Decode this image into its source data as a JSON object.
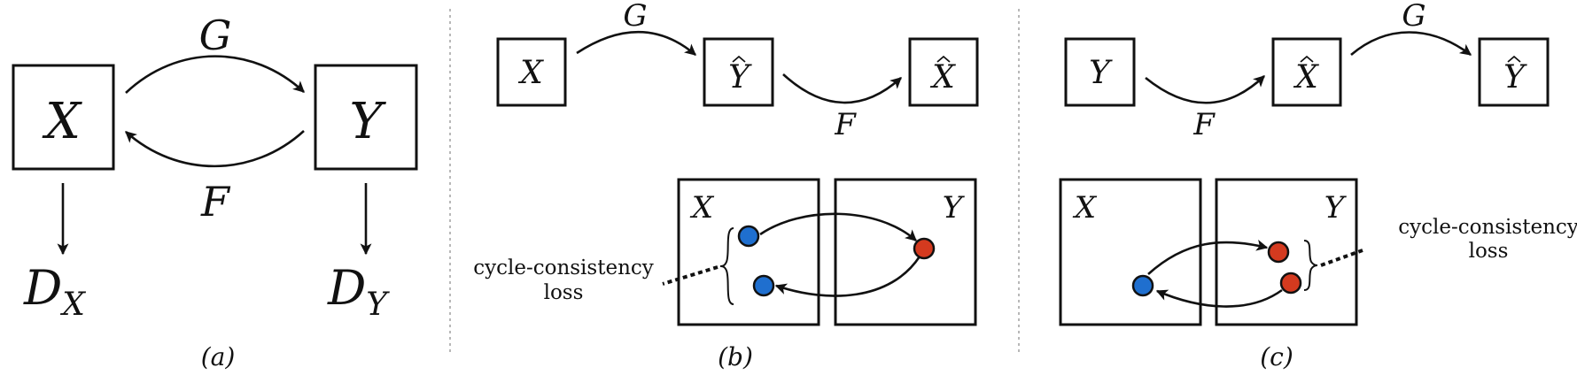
{
  "panel_a": {
    "caption": "(a)",
    "node_x": "X",
    "node_y": "Y",
    "mapping_g": "G",
    "mapping_f": "F",
    "disc_x": "D",
    "disc_x_sub": "X",
    "disc_y": "D",
    "disc_y_sub": "Y"
  },
  "panel_b": {
    "caption": "(b)",
    "chain": [
      "X",
      "Y",
      "X"
    ],
    "mapping_g": "G",
    "mapping_f": "F",
    "domain_x": "X",
    "domain_y": "Y",
    "loss_line1": "cycle-consistency",
    "loss_line2": "loss"
  },
  "panel_c": {
    "caption": "(c)",
    "chain": [
      "Y",
      "X",
      "Y"
    ],
    "mapping_f": "F",
    "mapping_g": "G",
    "domain_x": "X",
    "domain_y": "Y",
    "loss_line1": "cycle-consistency",
    "loss_line2": "loss"
  },
  "colors": {
    "source_point": "#1f6fcf",
    "translated_point": "#d43a1f"
  }
}
